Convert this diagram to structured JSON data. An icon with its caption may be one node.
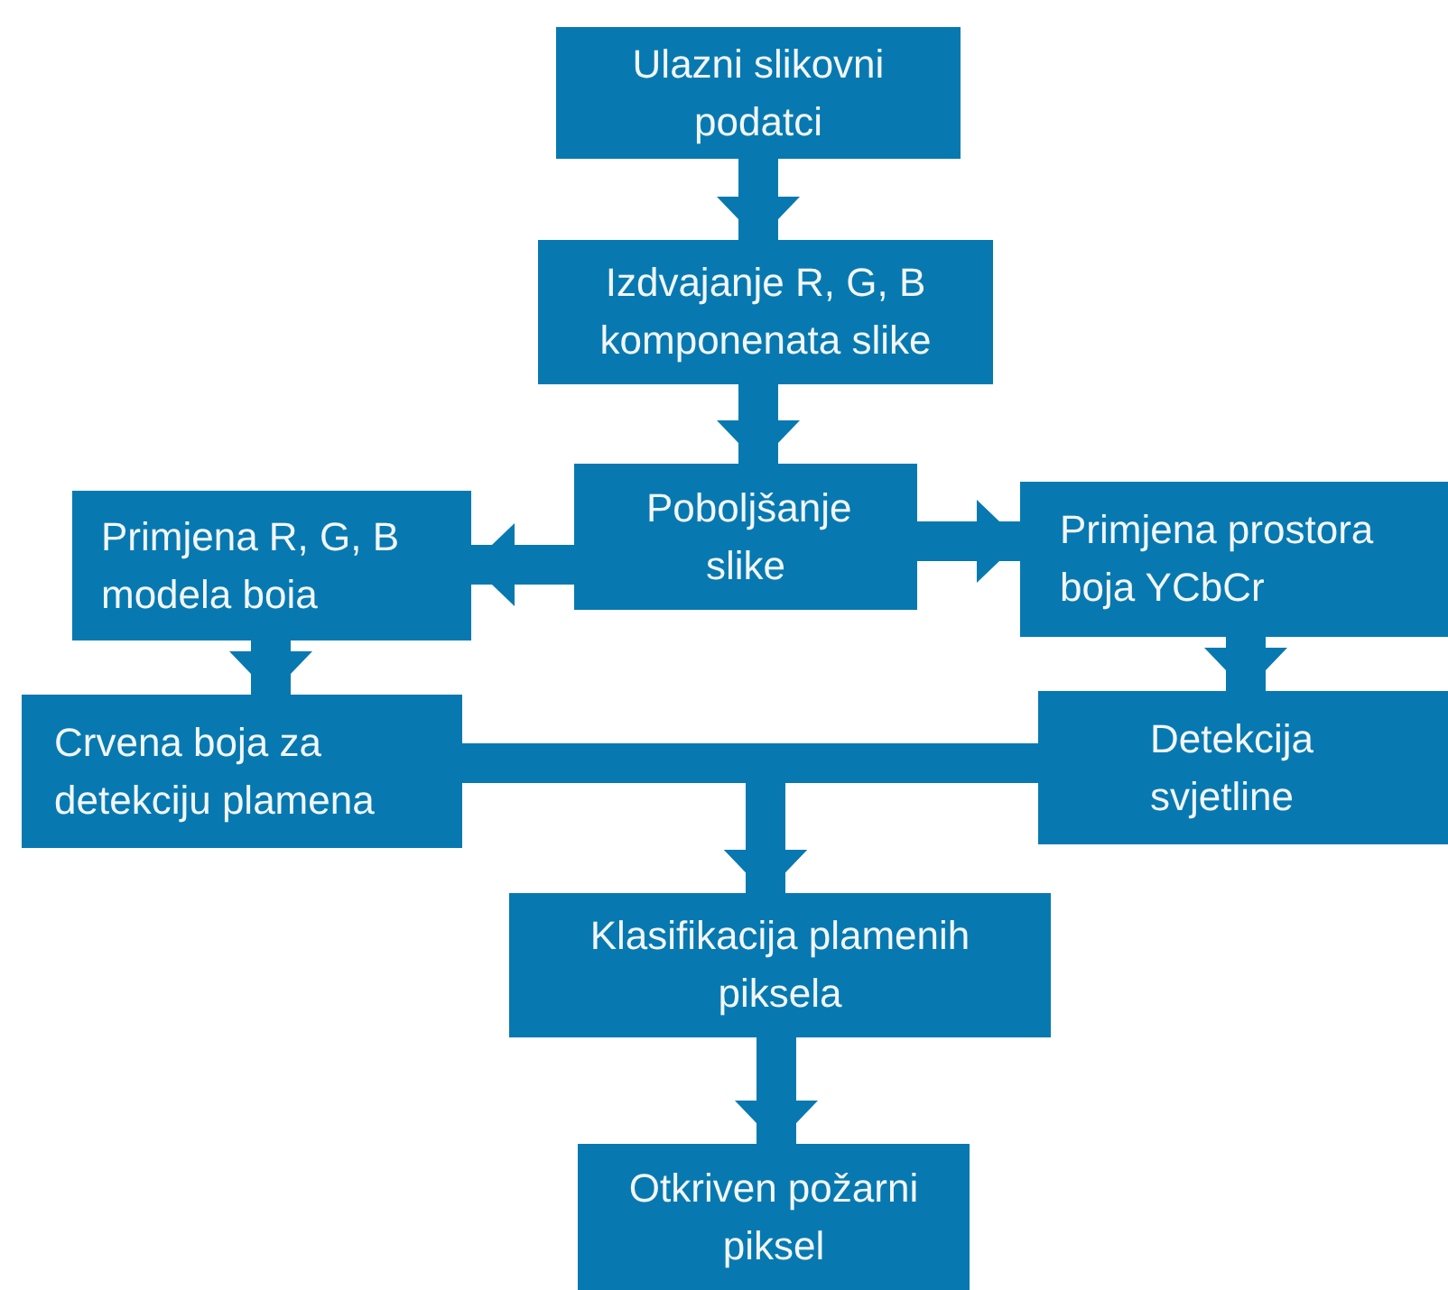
{
  "diagram": {
    "nodes": [
      {
        "text": [
          "Ulazni slikovni podatci"
        ]
      },
      {
        "text": [
          "Izdvajanje R, G, B komponenata slike"
        ]
      },
      {
        "text": [
          "Poboljšanje slike"
        ]
      },
      {
        "text": [
          "Primjena R, G, B modela boia"
        ]
      },
      {
        "text": [
          "Primjena prostora boja YCbCr"
        ]
      },
      {
        "text": [
          "Crvena boja za detekciju plamena"
        ]
      },
      {
        "text": [
          "Detekcija svjetline"
        ]
      },
      {
        "text": [
          "Klasifikacija plamenih piksela"
        ]
      },
      {
        "text": [
          "Otkriven požarni piksel"
        ]
      }
    ],
    "edges": [
      {
        "from": 0,
        "to": 1,
        "arrow": "to"
      },
      {
        "from": 1,
        "to": 2,
        "arrow": "to"
      },
      {
        "from": 2,
        "to": 3,
        "arrow": "to"
      },
      {
        "from": 2,
        "to": 4,
        "arrow": "to"
      },
      {
        "from": 3,
        "to": 5,
        "arrow": "to"
      },
      {
        "from": 4,
        "to": 6,
        "arrow": "to"
      },
      {
        "from": 5,
        "to": 7,
        "arrow": "to"
      },
      {
        "from": 6,
        "to": 7,
        "arrow": "to"
      },
      {
        "from": 7,
        "to": 8,
        "arrow": "to"
      }
    ]
  }
}
